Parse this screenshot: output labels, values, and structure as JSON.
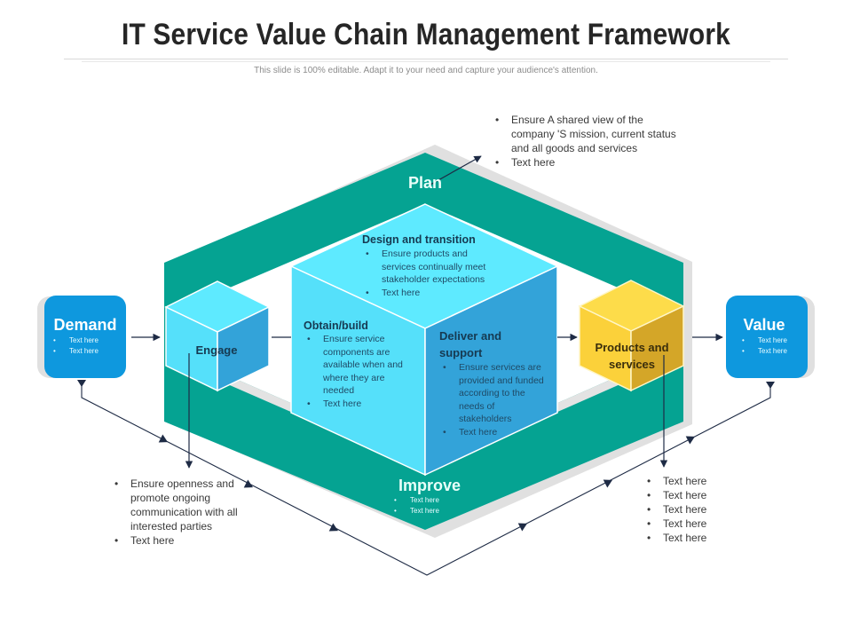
{
  "header": {
    "title": "IT Service  Value Chain Management Framework",
    "subtitle": "This slide is 100% editable. Adapt it to your need and capture your audience's attention."
  },
  "colors": {
    "band_teal": "#05a392",
    "cube_light": "#55e4fb",
    "cube_top": "#5eeaff",
    "cube_side": "#33a3d9",
    "product_face": "#fbd13a",
    "product_top": "#fddc4a",
    "product_side": "#d4a628",
    "box_blue": "#0e98de",
    "arrow_dark": "#1e2b45",
    "shadow_gray": "#e0e0e0"
  },
  "plan": {
    "label": "Plan",
    "note": [
      "Ensure A shared view of the company 'S mission, current status and all goods and services",
      "Text here"
    ]
  },
  "improve": {
    "label": "Improve",
    "items": [
      "Text here",
      "Text here"
    ]
  },
  "demand": {
    "label": "Demand",
    "items": [
      "Text here",
      "Text here"
    ]
  },
  "value": {
    "label": "Value",
    "items": [
      "Text here",
      "Text here"
    ]
  },
  "engage": {
    "label": "Engage",
    "note": [
      "Ensure openness and promote ongoing communication with all interested parties",
      "Text here"
    ]
  },
  "design": {
    "label": "Design and transition",
    "items": [
      "Ensure products and services continually  meet stakeholder expectations",
      "Text here"
    ]
  },
  "obtain": {
    "label": "Obtain/build",
    "items": [
      "Ensure service components are available  when and where they are needed",
      "Text here"
    ]
  },
  "deliver": {
    "label": "Deliver and support",
    "items": [
      "Ensure services are provided and funded according to the needs of stakeholders",
      "Text here"
    ]
  },
  "products": {
    "label": "Products and services",
    "note": [
      "Text here",
      "Text here",
      "Text here",
      "Text here",
      "Text here"
    ]
  }
}
